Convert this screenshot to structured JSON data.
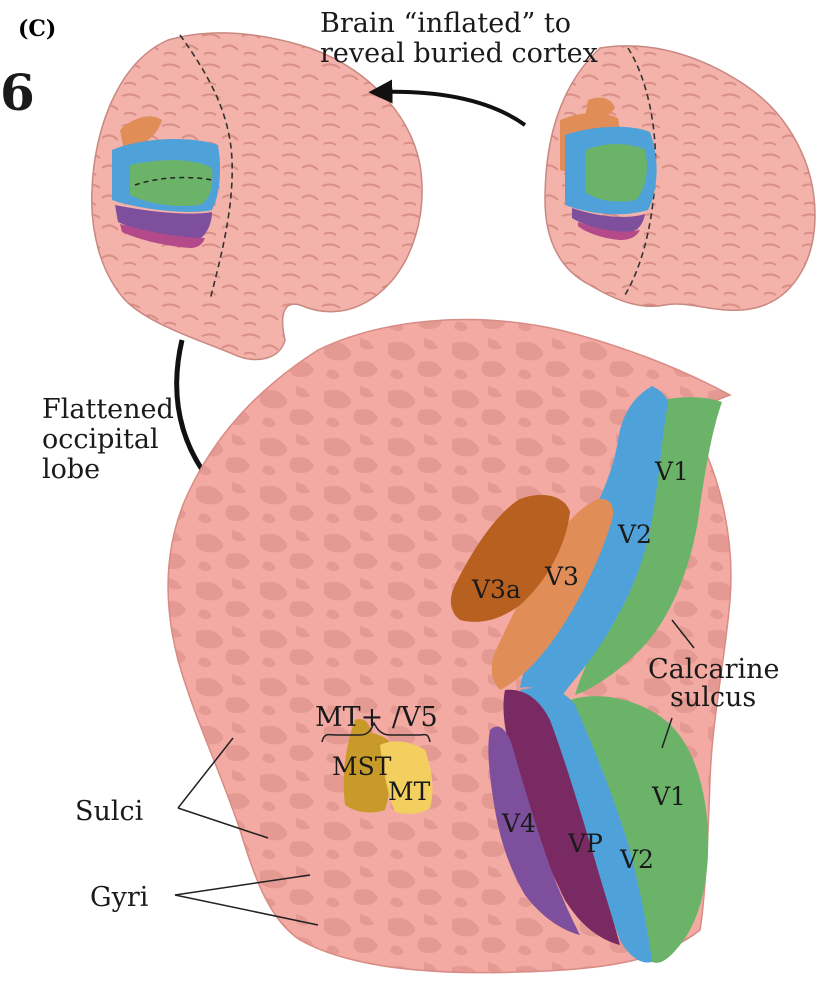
{
  "figure": {
    "panel_label": "(C)",
    "partial_glyph": "6",
    "annotations": {
      "inflated_line1": "Brain “inflated” to",
      "inflated_line2": "reveal buried cortex",
      "flattened_line1": "Flattened",
      "flattened_line2": "occipital",
      "flattened_line3": "lobe",
      "calcarine_line1": "Calcarine",
      "calcarine_line2": "sulcus",
      "mt_group": "MT+ /V5",
      "sulci": "Sulci",
      "gyri": "Gyri"
    },
    "areas": {
      "v1_upper": "V1",
      "v1_lower": "V1",
      "v2_upper": "V2",
      "v2_lower": "V2",
      "v3": "V3",
      "v3a": "V3a",
      "v4": "V4",
      "vp": "VP",
      "mst": "MST",
      "mt": "MT"
    },
    "colors": {
      "cortex": "#f2aaa2",
      "sulcus": "#e49a92",
      "v1": "#6cb36a",
      "v2": "#4ea2d9",
      "v3": "#e18d58",
      "v3a": "#b8601f",
      "v4": "#7e4f9c",
      "vp": "#7a2a62",
      "mst": "#c89a2a",
      "mt": "#f3cf60"
    }
  }
}
